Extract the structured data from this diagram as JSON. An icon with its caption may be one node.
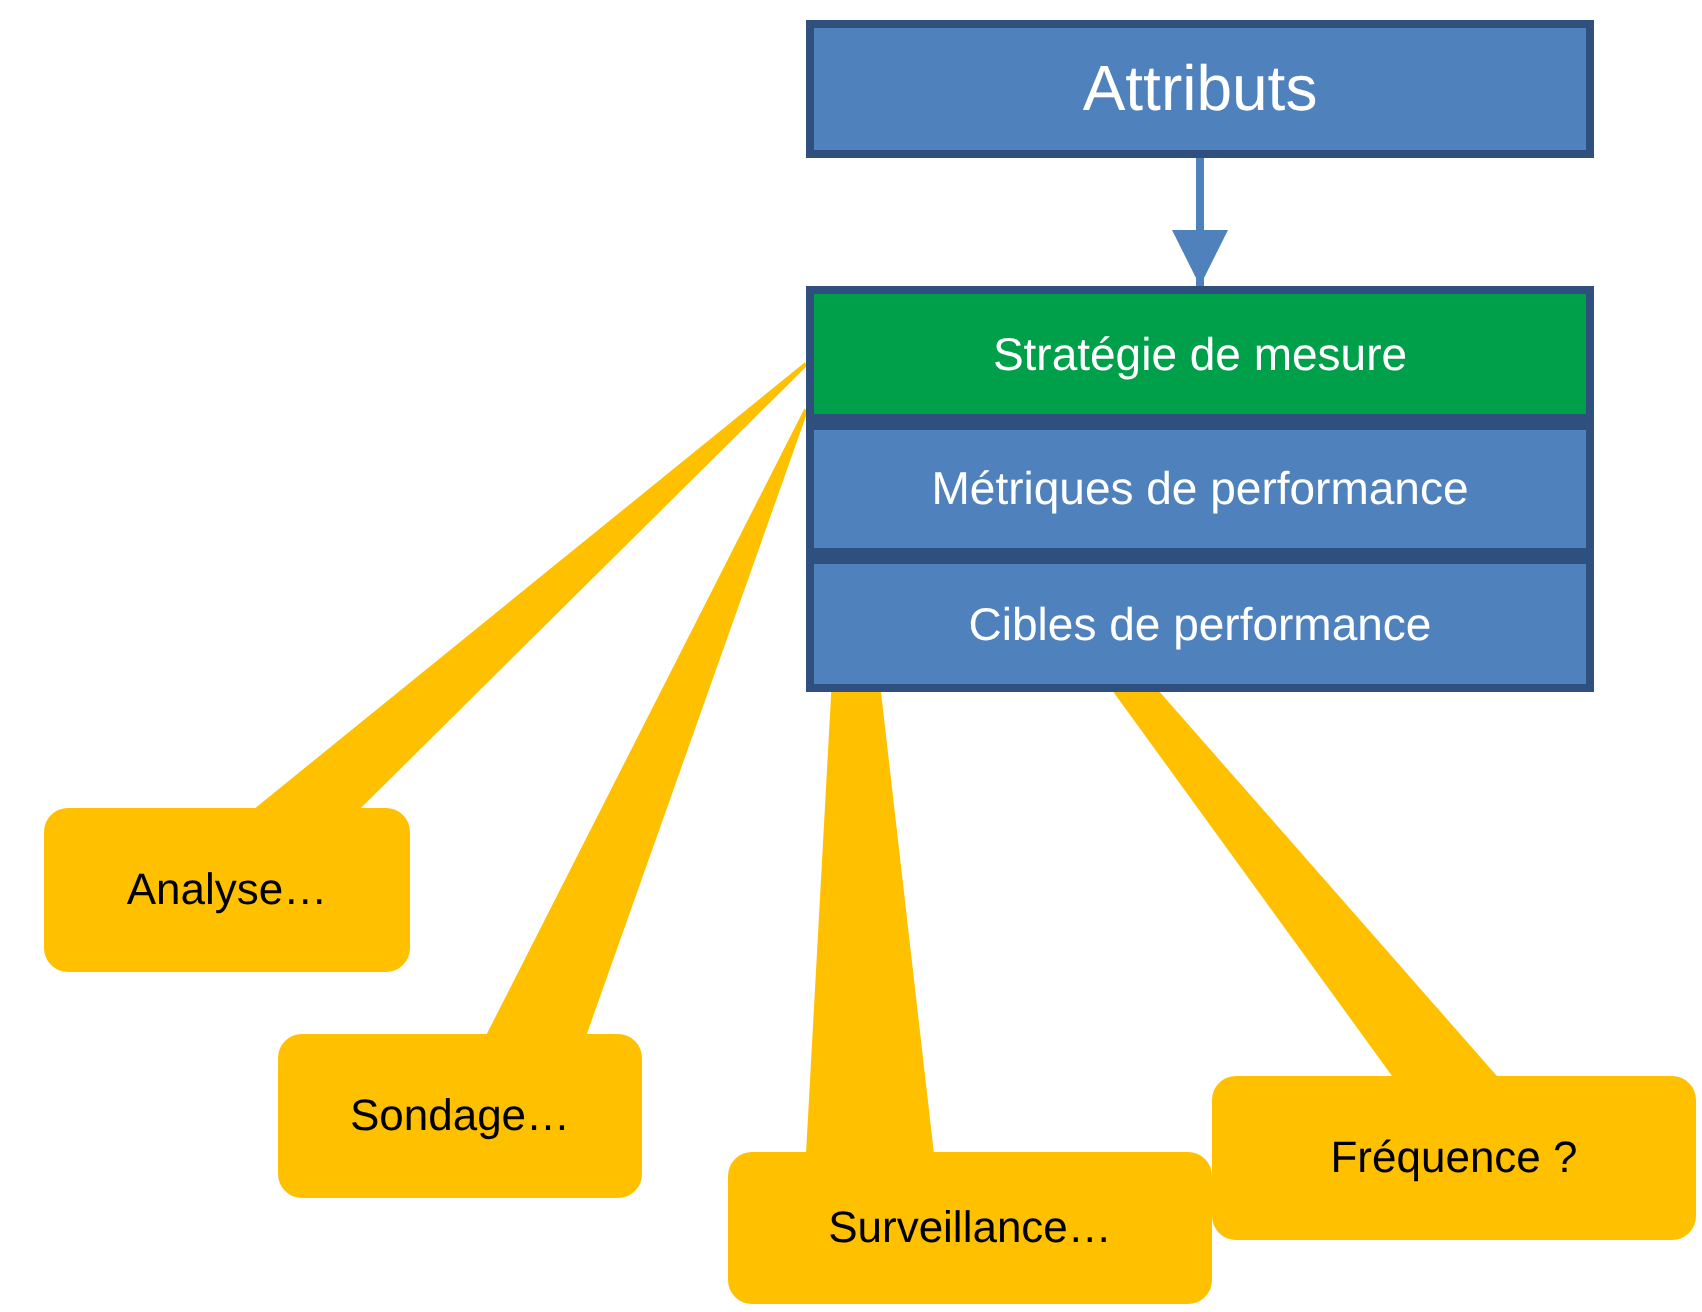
{
  "diagram": {
    "nodes": [
      {
        "text": [
          "Attributs"
        ]
      },
      {
        "text": [
          "Stratégie de mesure"
        ]
      },
      {
        "text": [
          "Métriques de performance"
        ]
      },
      {
        "text": [
          "Cibles de performance"
        ]
      },
      {
        "text": [
          "Analyse…"
        ]
      },
      {
        "text": [
          "Sondage…"
        ]
      },
      {
        "text": [
          "Surveillance…"
        ]
      },
      {
        "text": [
          "Fréquence ?"
        ]
      }
    ],
    "edges": [
      {
        "from": 0,
        "to": 1,
        "arrow": "to"
      },
      {
        "from": 4,
        "to": 1,
        "arrow": "none",
        "style": "thick",
        "color": "#ffc000"
      },
      {
        "from": 5,
        "to": 1,
        "arrow": "none",
        "style": "thick",
        "color": "#ffc000"
      },
      {
        "from": 6,
        "to": 1,
        "arrow": "none",
        "style": "thick",
        "color": "#ffc000"
      },
      {
        "from": 7,
        "to": 1,
        "arrow": "none",
        "style": "thick",
        "color": "#ffc000"
      }
    ]
  }
}
